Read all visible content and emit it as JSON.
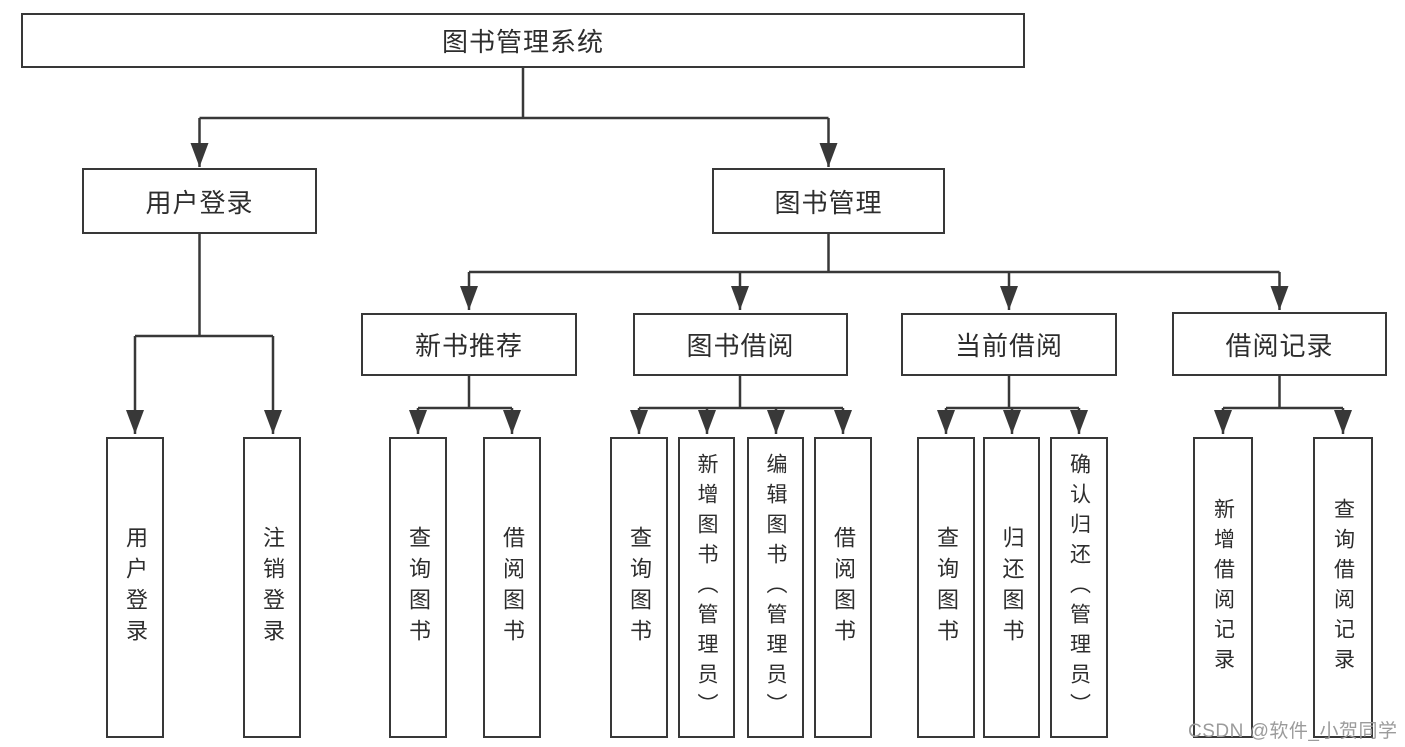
{
  "diagram": {
    "type": "tree",
    "root": {
      "label": "图书管理系统"
    },
    "branches": [
      {
        "label": "用户登录",
        "children": [
          {
            "label": "用户登录"
          },
          {
            "label": "注销登录"
          }
        ]
      },
      {
        "label": "图书管理",
        "sections": [
          {
            "label": "新书推荐",
            "children": [
              {
                "label": "查询图书"
              },
              {
                "label": "借阅图书"
              }
            ]
          },
          {
            "label": "图书借阅",
            "children": [
              {
                "label": "查询图书"
              },
              {
                "label": "新增图书（管理员）"
              },
              {
                "label": "编辑图书（管理员）"
              },
              {
                "label": "借阅图书"
              }
            ]
          },
          {
            "label": "当前借阅",
            "children": [
              {
                "label": "查询图书"
              },
              {
                "label": "归还图书"
              },
              {
                "label": "确认归还（管理员）"
              }
            ]
          },
          {
            "label": "借阅记录",
            "children": [
              {
                "label": "新增借阅记录"
              },
              {
                "label": "查询借阅记录"
              }
            ]
          }
        ]
      }
    ]
  },
  "watermark": {
    "text": "CSDN @软件_小贺同学",
    "color": "#9b9b9b"
  },
  "colors": {
    "stroke": "#383838",
    "text": "#2d2d2d",
    "background": "#ffffff"
  }
}
